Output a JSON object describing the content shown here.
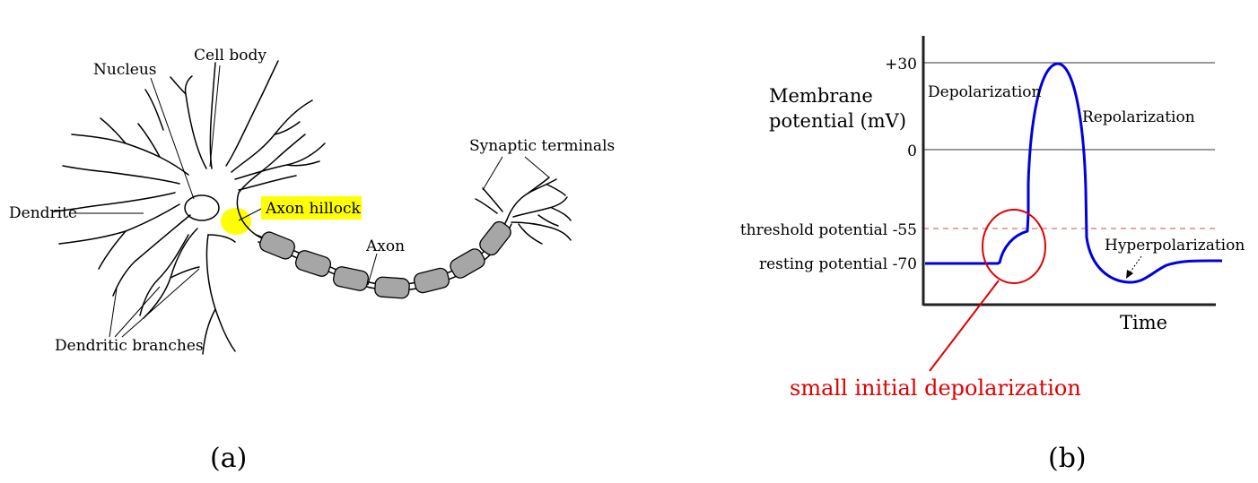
{
  "neuron": {
    "labels": {
      "nucleus": "Nucleus",
      "cell_body": "Cell body",
      "dendrite": "Dendrite",
      "axon_hillock": "Axon hillock",
      "axon": "Axon",
      "synaptic_terminals": "Synaptic terminals",
      "dendritic_branches": "Dendritic branches"
    },
    "highlight_color": "#ffff00",
    "myelin_color": "#a6a6a6",
    "caption": "(a)"
  },
  "action_potential": {
    "y_axis_label_line1": "Membrane",
    "y_axis_label_line2": "potential (mV)",
    "x_axis_label": "Time",
    "ticks": {
      "plus30": "+30",
      "zero": "0",
      "threshold": "threshold potential  -55",
      "resting": "resting potential -70"
    },
    "phases": {
      "depolarization": "Depolarization",
      "repolarization": "Repolarization",
      "hyperpolarization": "Hyperpolarization"
    },
    "callout": "small initial depolarization",
    "curve_color": "#0000e0",
    "callout_color": "#e00000",
    "threshold_line_color": "#c05050",
    "caption": "(b)"
  }
}
